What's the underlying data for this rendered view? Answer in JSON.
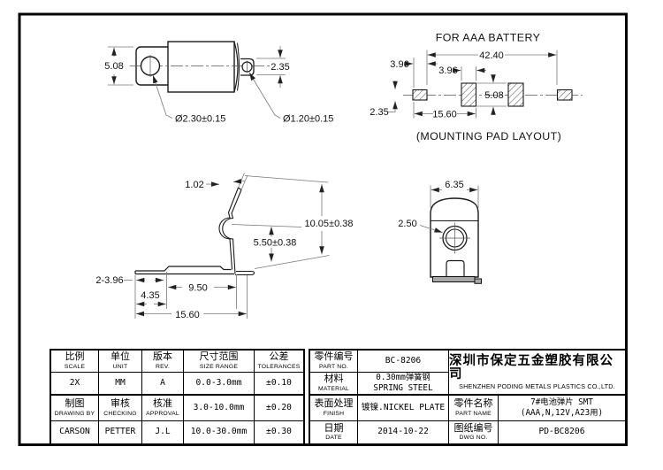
{
  "drawing": {
    "side_view": {
      "height": "5.08",
      "tab_height": "2.35",
      "hole_dia": "Ø2.30±0.15",
      "small_hole_dia": "Ø1.20±0.15"
    },
    "pad_layout": {
      "title": "FOR AAA BATTERY",
      "caption": "(MOUNTING PAD LAYOUT)",
      "overall": "42.40",
      "pad1_w": "3.96",
      "pad2_w": "3.96",
      "pad_h": "5.08",
      "end_pad_h": "2.35",
      "pitch": "15.60"
    },
    "profile_view": {
      "tip_w": "1.02",
      "total_h": "10.05±0.38",
      "bump_h": "5.50±0.38",
      "tabs": "2-3.96",
      "step": "4.35",
      "arm_x": "9.50",
      "base_len": "15.60"
    },
    "front_view": {
      "width": "6.35",
      "dimple": "2.50"
    }
  },
  "title_block": {
    "scale": {
      "label_cn": "比例",
      "label_en": "SCALE",
      "value": "2X"
    },
    "unit": {
      "label_cn": "单位",
      "label_en": "UNIT",
      "value": "MM"
    },
    "rev": {
      "label_cn": "版本",
      "label_en": "REV.",
      "value": "A"
    },
    "size_range": {
      "label_cn": "尺寸范围",
      "label_en": "SIZE RANGE",
      "rows": [
        "0.0-3.0mm",
        "3.0-10.0mm",
        "10.0-30.0mm"
      ]
    },
    "tolerances": {
      "label_cn": "公差",
      "label_en": "TOLERANCES",
      "rows": [
        "±0.10",
        "±0.20",
        "±0.30"
      ]
    },
    "drawing_by": {
      "label_cn": "制图",
      "label_en": "DRAWING BY",
      "value": "CARSON"
    },
    "checking": {
      "label_cn": "审核",
      "label_en": "CHECKING",
      "value": "PETTER"
    },
    "approval": {
      "label_cn": "核准",
      "label_en": "APPROVAL",
      "value": "J.L"
    },
    "part_no": {
      "label_cn": "零件编号",
      "label_en": "PART NO.",
      "value": "BC-8206"
    },
    "material": {
      "label_cn": "材料",
      "label_en": "MATERIAL",
      "value_line1": "0.30mm弹簧钢",
      "value_line2": "SPRING STEEL"
    },
    "finish": {
      "label_cn": "表面处理",
      "label_en": "FINISH",
      "value": "镀镍.NICKEL PLATE"
    },
    "date": {
      "label_cn": "日期",
      "label_en": "DATE",
      "value": "2014-10-22"
    },
    "company": {
      "name_cn": "深圳市保定五金塑胶有限公司",
      "name_en": "SHENZHEN PODING METALS PLASTICS CO.,LTD."
    },
    "part_name": {
      "label_cn": "零件名称",
      "label_en": "PART NAME",
      "value_line1": "7#电池弹片 SMT",
      "value_line2": "(AAA,N,12V,A23用)"
    },
    "dwg_no": {
      "label_cn": "图纸编号",
      "label_en": "DWG NO.",
      "value": "PD-BC8206"
    }
  }
}
